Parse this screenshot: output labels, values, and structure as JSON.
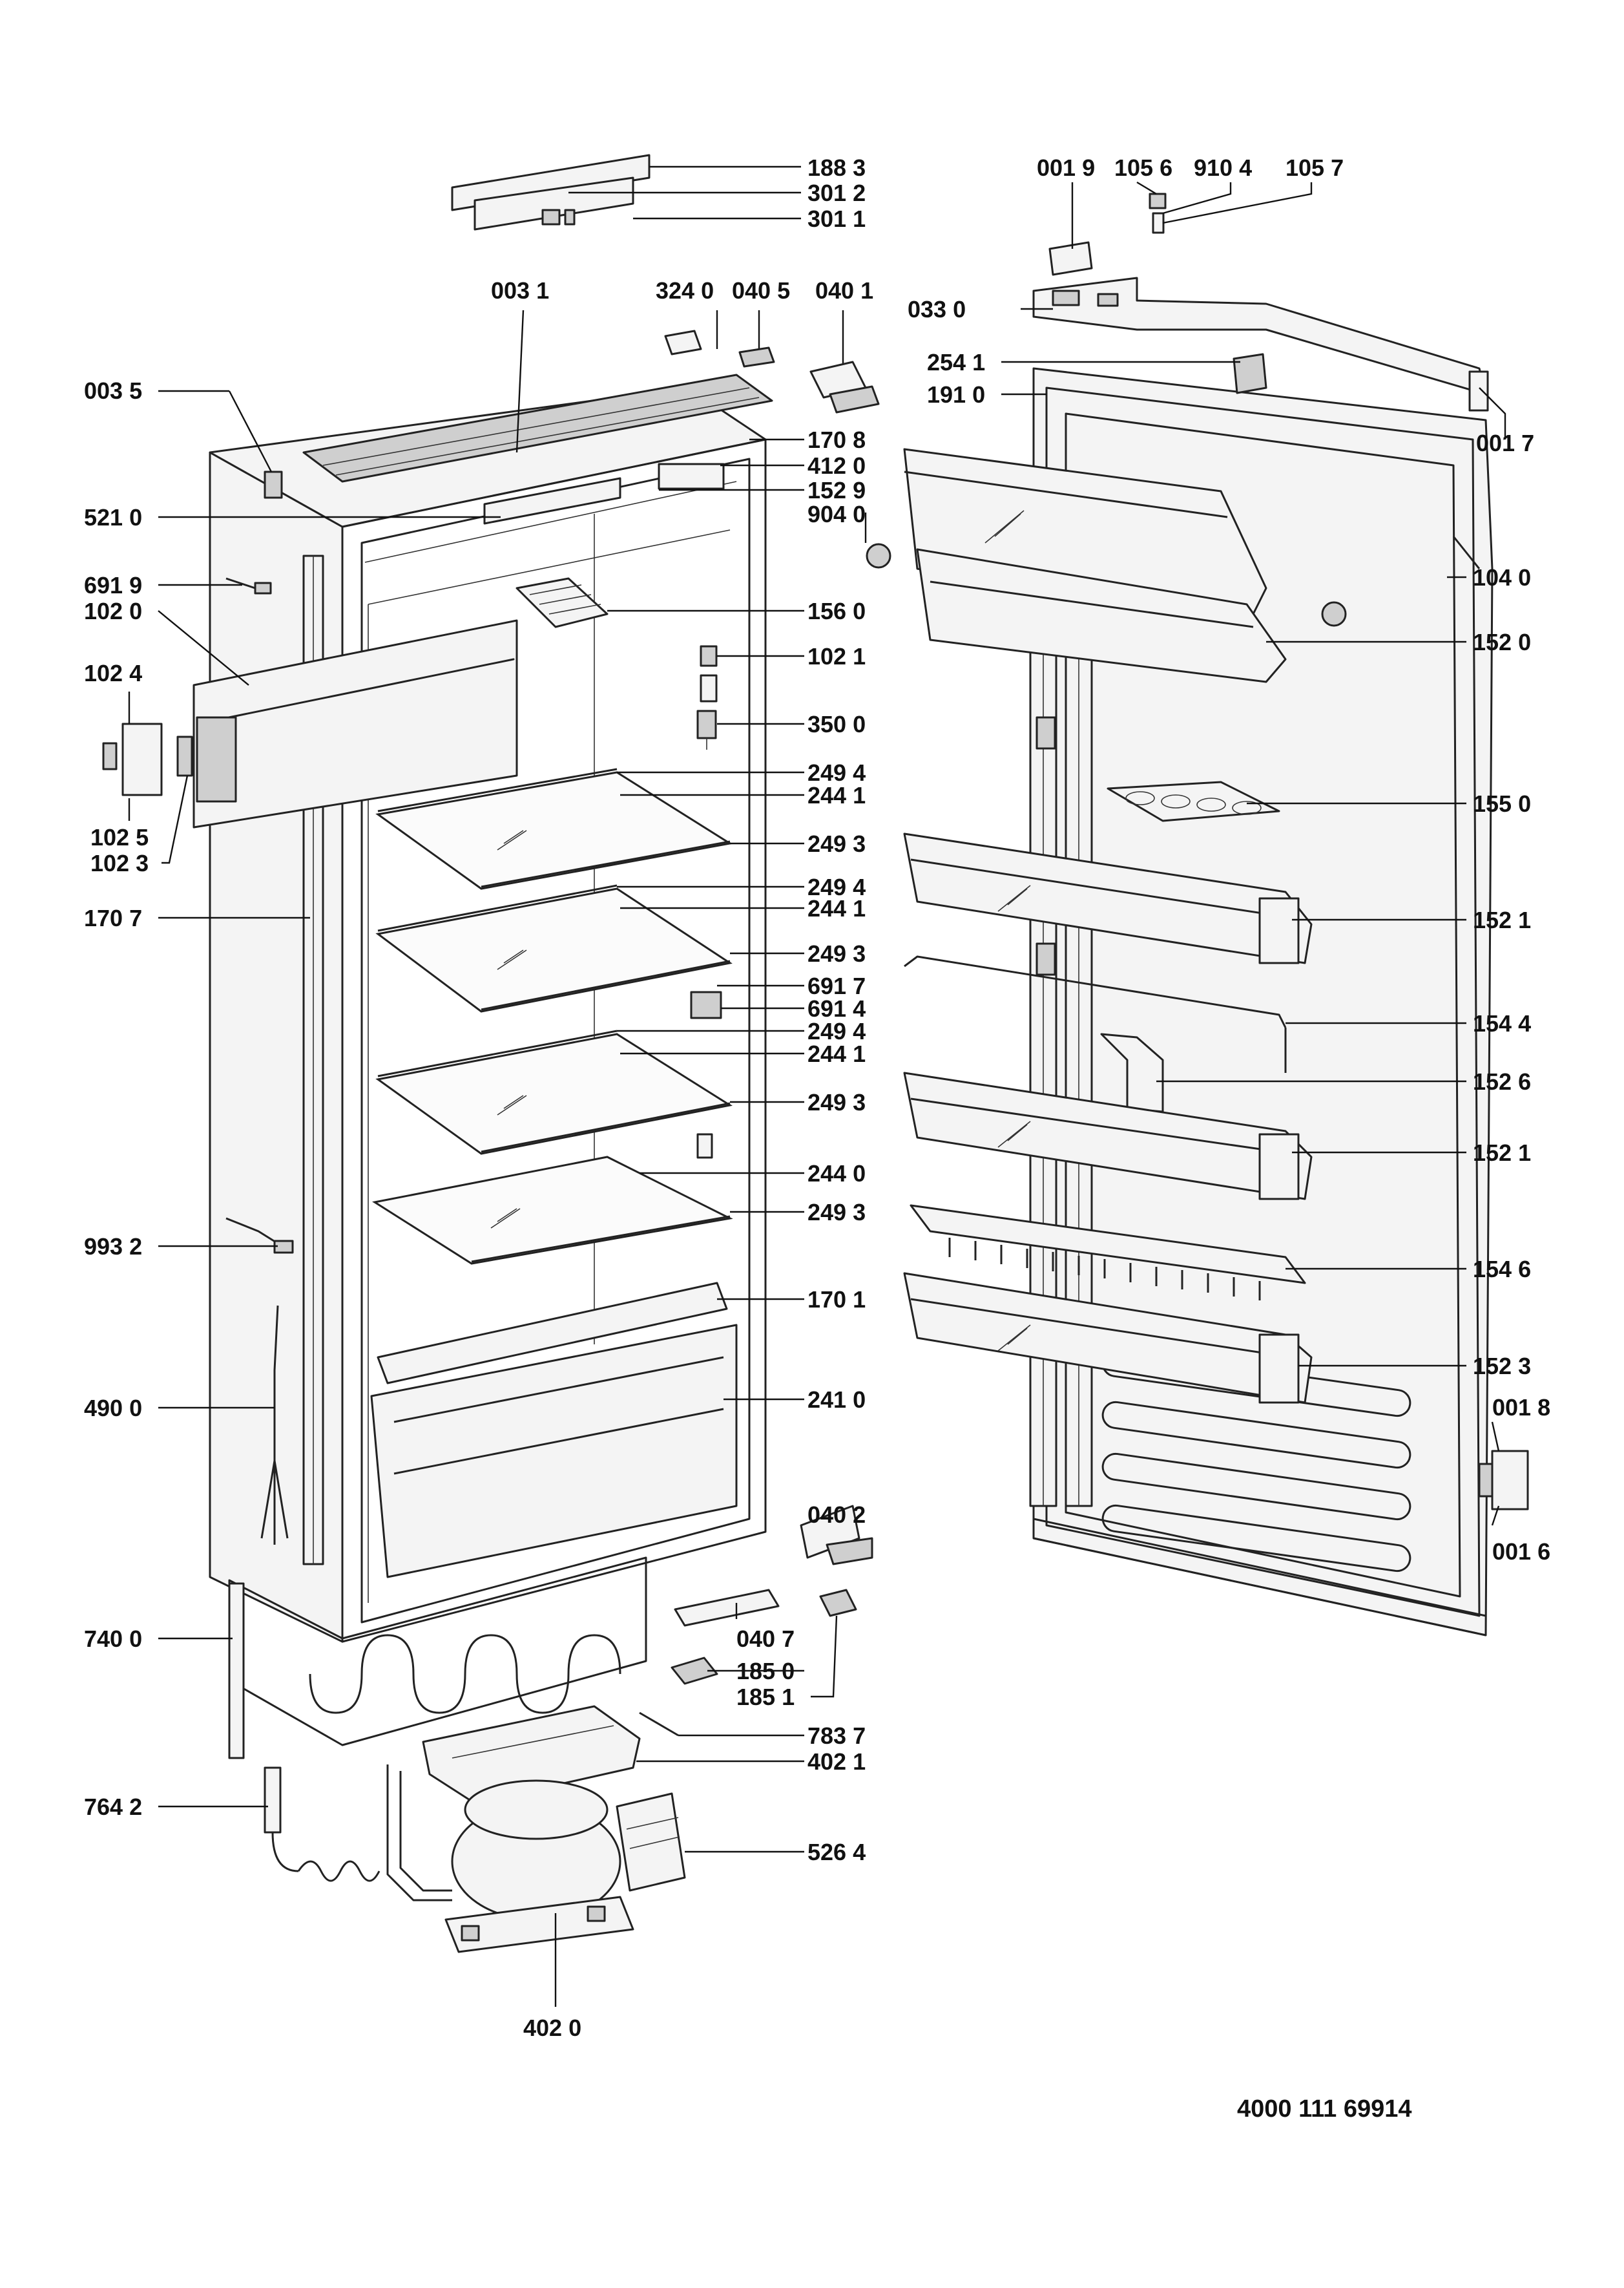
{
  "labels": [
    {
      "id": "l1883",
      "text": "188 3"
    },
    {
      "id": "l3012",
      "text": "301 2"
    },
    {
      "id": "l3011",
      "text": "301 1"
    },
    {
      "id": "l0031",
      "text": "003 1"
    },
    {
      "id": "l3240",
      "text": "324 0"
    },
    {
      "id": "l0405",
      "text": "040 5"
    },
    {
      "id": "l0401",
      "text": "040 1"
    },
    {
      "id": "l0035",
      "text": "003 5"
    },
    {
      "id": "l1708",
      "text": "170 8"
    },
    {
      "id": "l4120",
      "text": "412 0"
    },
    {
      "id": "l1529",
      "text": "152 9"
    },
    {
      "id": "l9040",
      "text": "904 0"
    },
    {
      "id": "l5210",
      "text": "521 0"
    },
    {
      "id": "l6919",
      "text": "691 9"
    },
    {
      "id": "l1020",
      "text": "102 0"
    },
    {
      "id": "l1560",
      "text": "156 0"
    },
    {
      "id": "l1024",
      "text": "102 4"
    },
    {
      "id": "l1021",
      "text": "102 1"
    },
    {
      "id": "l3500",
      "text": "350 0"
    },
    {
      "id": "l2494a",
      "text": "249 4"
    },
    {
      "id": "l2441a",
      "text": "244 1"
    },
    {
      "id": "l1025",
      "text": "102 5"
    },
    {
      "id": "l1023",
      "text": "102 3"
    },
    {
      "id": "l2493a",
      "text": "249 3"
    },
    {
      "id": "l2494b",
      "text": "249 4"
    },
    {
      "id": "l1707",
      "text": "170 7"
    },
    {
      "id": "l2441b",
      "text": "244 1"
    },
    {
      "id": "l2493b",
      "text": "249 3"
    },
    {
      "id": "l6917",
      "text": "691 7"
    },
    {
      "id": "l6914",
      "text": "691 4"
    },
    {
      "id": "l2494c",
      "text": "249 4"
    },
    {
      "id": "l2441c",
      "text": "244 1"
    },
    {
      "id": "l2493c",
      "text": "249 3"
    },
    {
      "id": "l2440",
      "text": "244 0"
    },
    {
      "id": "l2493d",
      "text": "249 3"
    },
    {
      "id": "l9932",
      "text": "993 2"
    },
    {
      "id": "l1701",
      "text": "170 1"
    },
    {
      "id": "l4900",
      "text": "490 0"
    },
    {
      "id": "l2410",
      "text": "241 0"
    },
    {
      "id": "l0402",
      "text": "040 2"
    },
    {
      "id": "l7400",
      "text": "740 0"
    },
    {
      "id": "l0407",
      "text": "040 7"
    },
    {
      "id": "l1850",
      "text": "185 0"
    },
    {
      "id": "l1851",
      "text": "185 1"
    },
    {
      "id": "l7837",
      "text": "783 7"
    },
    {
      "id": "l4021",
      "text": "402 1"
    },
    {
      "id": "l7642",
      "text": "764 2"
    },
    {
      "id": "l5264",
      "text": "526 4"
    },
    {
      "id": "l4020",
      "text": "402 0"
    },
    {
      "id": "l0019",
      "text": "001 9"
    },
    {
      "id": "l1056",
      "text": "105 6"
    },
    {
      "id": "l9104",
      "text": "910 4"
    },
    {
      "id": "l1057",
      "text": "105 7"
    },
    {
      "id": "l0330",
      "text": "033 0"
    },
    {
      "id": "l2541",
      "text": "254 1"
    },
    {
      "id": "l1910",
      "text": "191 0"
    },
    {
      "id": "l0017",
      "text": "001 7"
    },
    {
      "id": "l1040",
      "text": "104 0"
    },
    {
      "id": "l1520",
      "text": "152 0"
    },
    {
      "id": "l1550",
      "text": "155 0"
    },
    {
      "id": "l1521a",
      "text": "152 1"
    },
    {
      "id": "l1544",
      "text": "154 4"
    },
    {
      "id": "l1526",
      "text": "152 6"
    },
    {
      "id": "l1521b",
      "text": "152 1"
    },
    {
      "id": "l1546",
      "text": "154 6"
    },
    {
      "id": "l1523",
      "text": "152 3"
    },
    {
      "id": "l0018",
      "text": "001 8"
    },
    {
      "id": "l0016",
      "text": "001 6"
    }
  ],
  "drawing_code": "4000 111 69914"
}
